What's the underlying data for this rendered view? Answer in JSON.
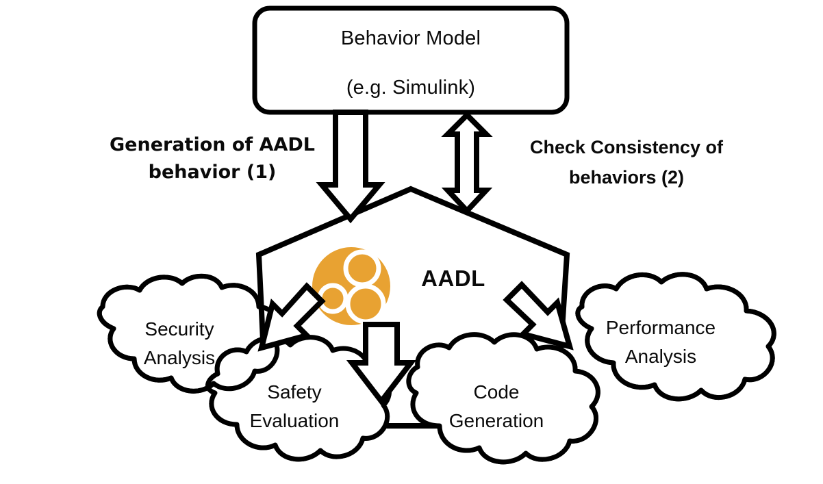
{
  "diagram": {
    "title_box": {
      "line1": "Behavior Model",
      "line2": "(e.g. Simulink)"
    },
    "left_annotation": {
      "line1": "Generation of AADL",
      "line2": "behavior (1)"
    },
    "right_annotation": {
      "line1": "Check Consistency of",
      "line2": "behaviors (2)"
    },
    "center_node": {
      "label": "AADL",
      "logo_name": "aadl-logo"
    },
    "clouds": [
      {
        "id": "security",
        "line1": "Security",
        "line2": "Analysis"
      },
      {
        "id": "safety",
        "line1": "Safety",
        "line2": "Evaluation"
      },
      {
        "id": "code",
        "line1": "Code",
        "line2": "Generation"
      },
      {
        "id": "performance",
        "line1": "Performance",
        "line2": "Analysis"
      }
    ],
    "arrows": [
      {
        "id": "generation-arrow",
        "direction": "down",
        "heads": 1
      },
      {
        "id": "consistency-arrow",
        "direction": "vertical",
        "heads": 2
      },
      {
        "id": "safety-arrow",
        "direction": "down-left",
        "heads": 1
      },
      {
        "id": "code-arrow",
        "direction": "down",
        "heads": 1
      },
      {
        "id": "performance-arrow",
        "direction": "down-right",
        "heads": 1
      }
    ],
    "colors": {
      "stroke": "#000000",
      "fill": "#ffffff",
      "logo_orange": "#E8A232",
      "text": "#0a0a0a"
    }
  }
}
